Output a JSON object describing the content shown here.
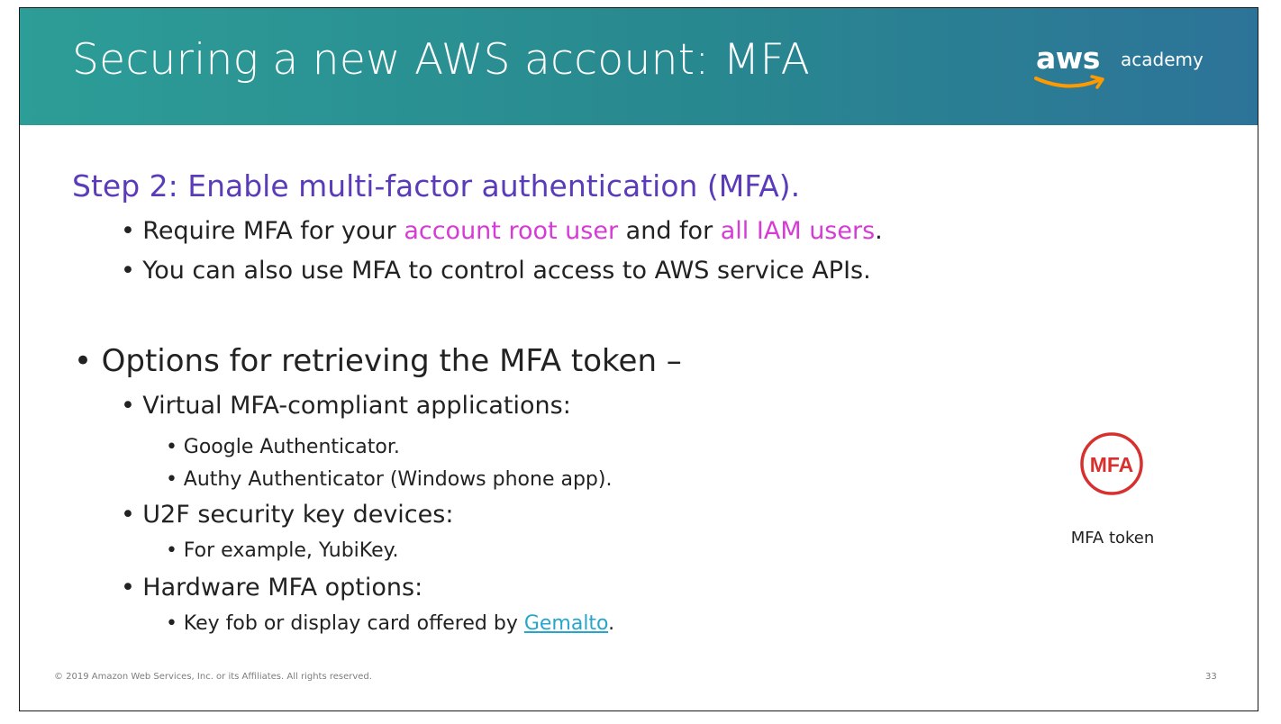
{
  "slide": {
    "title": "Securing a new AWS account: MFA",
    "logo": {
      "brand": "aws",
      "product": "academy",
      "accent_color": "#ff9900"
    },
    "step_heading": "Step 2: Enable multi-factor authentication (MFA).",
    "step_bullets": [
      {
        "parts": [
          "Require MFA for your ",
          "account root user",
          " and for ",
          "all IAM users",
          "."
        ]
      },
      {
        "text": "You can also use MFA to control access to AWS service APIs."
      }
    ],
    "options_heading": "Options for retrieving the MFA token –",
    "options": [
      {
        "label": "Virtual MFA-compliant applications:",
        "items": [
          "Google Authenticator.",
          "Authy Authenticator (Windows phone app)."
        ]
      },
      {
        "label": "U2F security key devices:",
        "items": [
          "For example, YubiKey."
        ]
      },
      {
        "label": "Hardware MFA options:",
        "items": [
          {
            "parts": [
              "Key fob or display card offered by ",
              "Gemalto",
              "."
            ]
          }
        ]
      }
    ],
    "icon": {
      "name": "mfa-token-icon",
      "badge_text": "MFA",
      "caption": "MFA token",
      "color": "#d6312f"
    },
    "footer": "© 2019 Amazon Web Services, Inc. or its Affiliates. All rights reserved.",
    "page_number": "33",
    "colors": {
      "header_start": "#2d9d97",
      "header_end": "#2d7399",
      "heading": "#5a3cb8",
      "highlight": "#d63bd6",
      "link": "#27a6cc"
    }
  }
}
